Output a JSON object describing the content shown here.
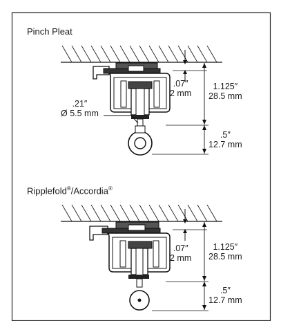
{
  "section1": {
    "title": "Pinch Pleat",
    "dim_gap": {
      "imperial": ".07″",
      "metric": "2 mm"
    },
    "dim_body": {
      "imperial": "1.125″",
      "metric": "28.5 mm"
    },
    "dim_pin": {
      "imperial": ".21″",
      "metric": "Ø 5.5 mm"
    },
    "dim_ring": {
      "imperial": ".5″",
      "metric": "12.7 mm"
    }
  },
  "section2": {
    "title_part1": "Ripplefold",
    "title_reg1": "®",
    "title_part2": "/Accordia",
    "title_reg2": "®",
    "dim_gap": {
      "imperial": ".07″",
      "metric": "2 mm"
    },
    "dim_body": {
      "imperial": "1.125″",
      "metric": "28.5 mm"
    },
    "dim_ring": {
      "imperial": ".5″",
      "metric": "12.7 mm"
    }
  }
}
